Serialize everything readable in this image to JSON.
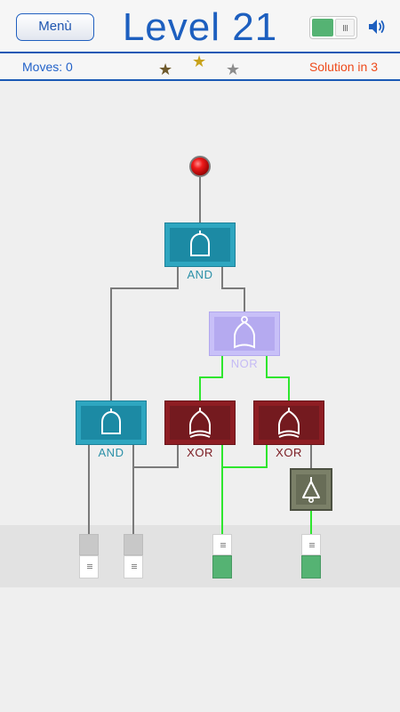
{
  "header": {
    "menu_label": "Menù",
    "level_title": "Level 21"
  },
  "status": {
    "moves_text": "Moves: 0",
    "solution_text": "Solution in 3",
    "stars": [
      "#6f5a2c",
      "#c8a21b",
      "#8c8c8c"
    ]
  },
  "colors": {
    "header_accent": "#1a59b5",
    "wire_off": "#7a7a7a",
    "wire_on": "#2ee62e",
    "and_gate": "#2ea6c0",
    "nor_gate": "#c8c0f8",
    "xor_gate": "#8e1d23",
    "not_gate": "#7b8068",
    "switch_on": "#55b373",
    "output_lamp": "#e01919"
  },
  "circuit": {
    "output": {
      "state": "on",
      "icon": "red-lamp-icon"
    },
    "gates": [
      {
        "type": "AND",
        "label": "AND",
        "icon": "and-gate-icon"
      },
      {
        "type": "NOR",
        "label": "NOR",
        "icon": "nor-gate-icon"
      },
      {
        "type": "AND",
        "label": "AND",
        "icon": "and-gate-icon"
      },
      {
        "type": "XOR",
        "label": "XOR",
        "icon": "xor-gate-icon"
      },
      {
        "type": "XOR",
        "label": "XOR",
        "icon": "xor-gate-icon"
      },
      {
        "type": "NOT",
        "label": "",
        "icon": "not-gate-icon"
      }
    ],
    "switches": [
      {
        "state": "off"
      },
      {
        "state": "off"
      },
      {
        "state": "on"
      },
      {
        "state": "on"
      }
    ]
  }
}
